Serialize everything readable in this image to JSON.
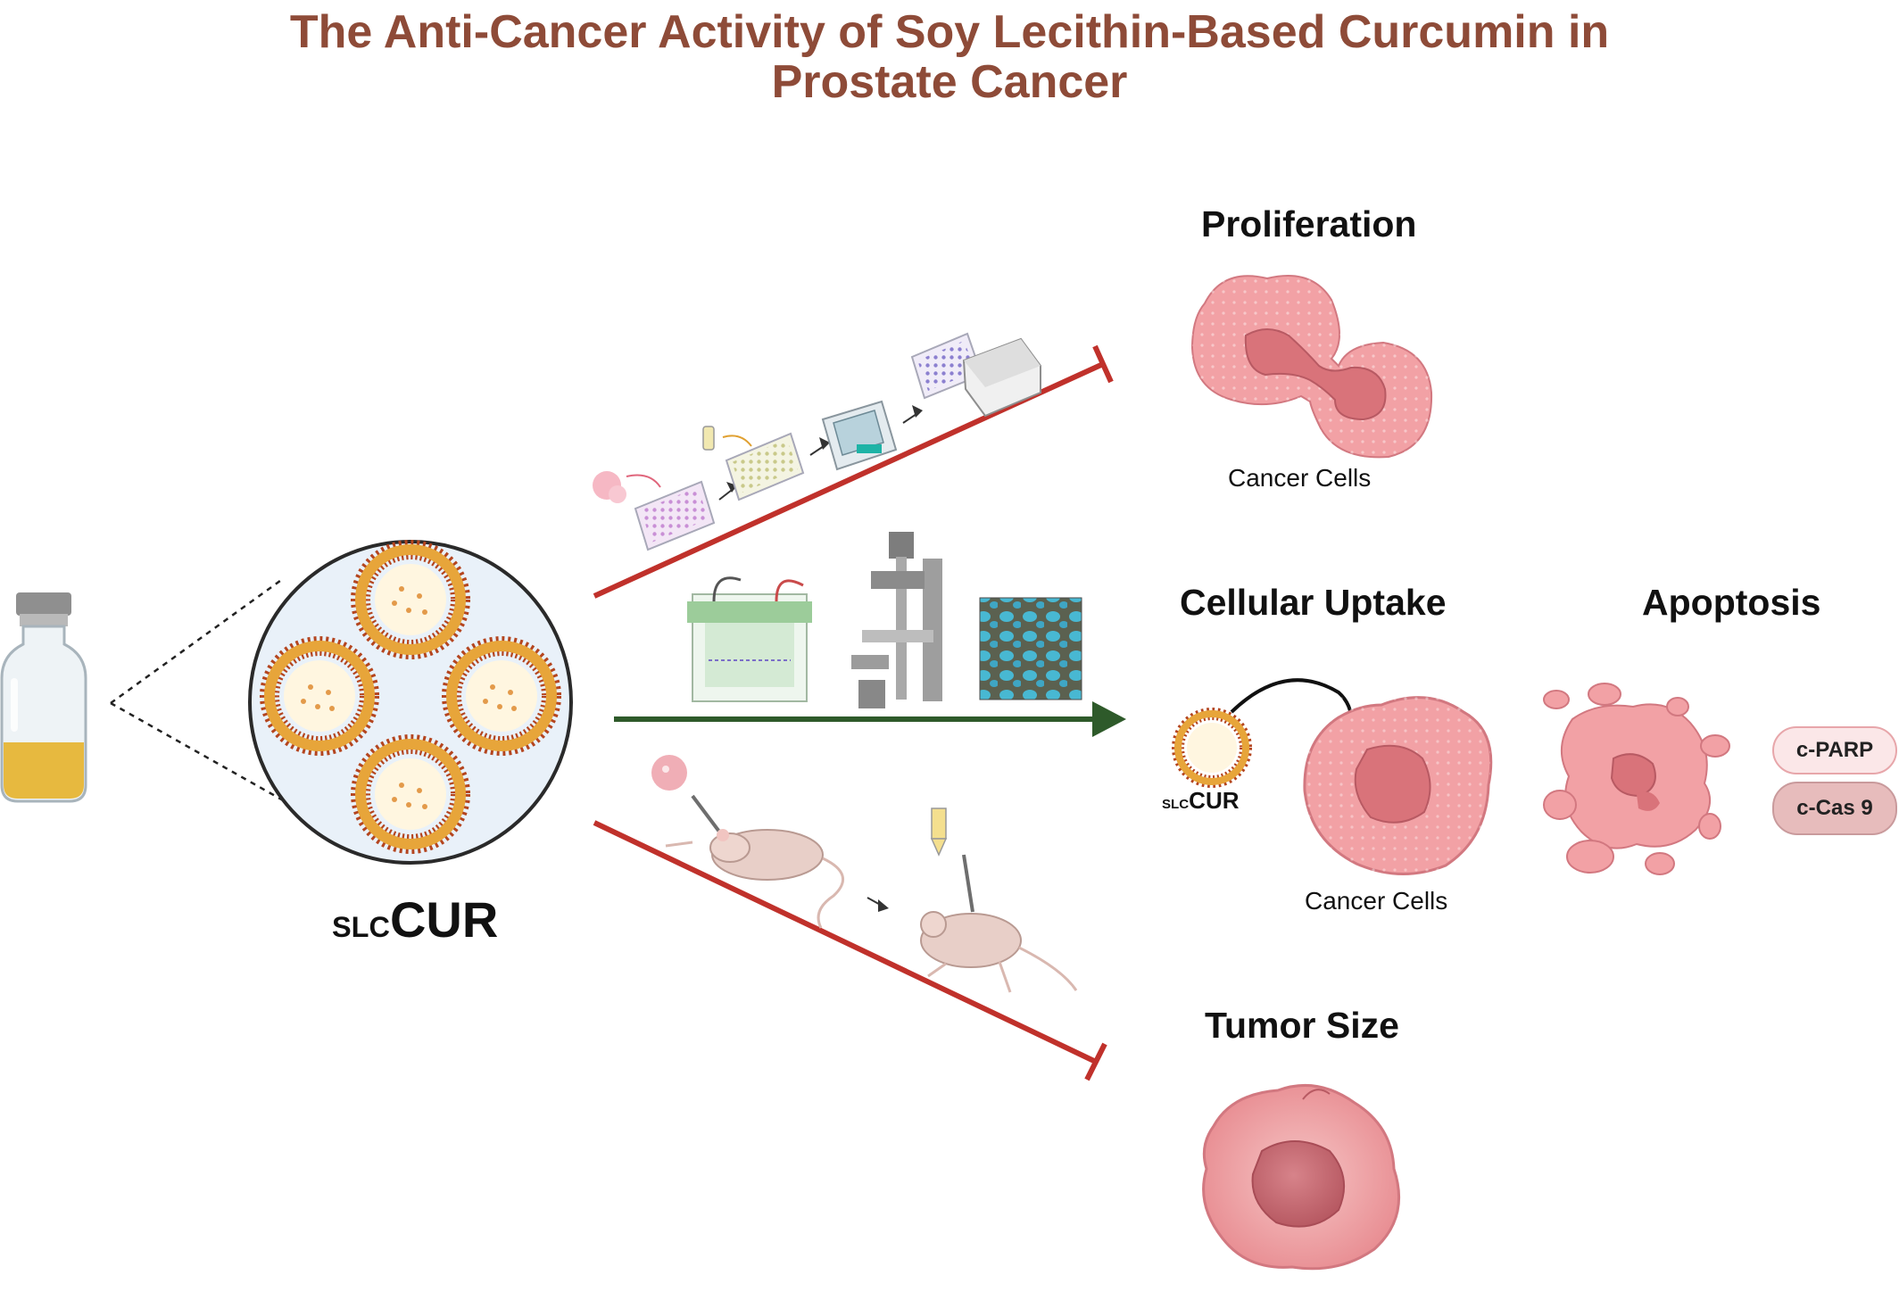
{
  "title": {
    "line1": "The Anti-Cancer Activity of Soy Lecithin-Based Curcumin in",
    "line2": "Prostate Cancer"
  },
  "formulation": {
    "prefix": "SLC",
    "main": "CUR"
  },
  "outcomes": {
    "proliferation": {
      "title": "Proliferation",
      "caption": "Cancer Cells",
      "effect": "inhibits"
    },
    "uptake": {
      "title": "Cellular Uptake",
      "caption": "Cancer Cells",
      "effect": "increases",
      "carrier_prefix": "SLC",
      "carrier_main": "CUR"
    },
    "apoptosis": {
      "title": "Apoptosis",
      "markers": [
        "c-PARP",
        "c-Cas 9"
      ]
    },
    "tumor": {
      "title": "Tumor Size",
      "effect": "inhibits"
    }
  },
  "colors": {
    "title": "#8e4b38",
    "inhibit_line": "#c0312b",
    "promote_arrow": "#2e5a2a",
    "liposome_ring": "#e7a53a",
    "liposome_dot": "#b4451f",
    "cell_fill": "#f2a1a5",
    "nucleus_fill": "#d9737a",
    "vial_liquid": "#e7b93f"
  }
}
